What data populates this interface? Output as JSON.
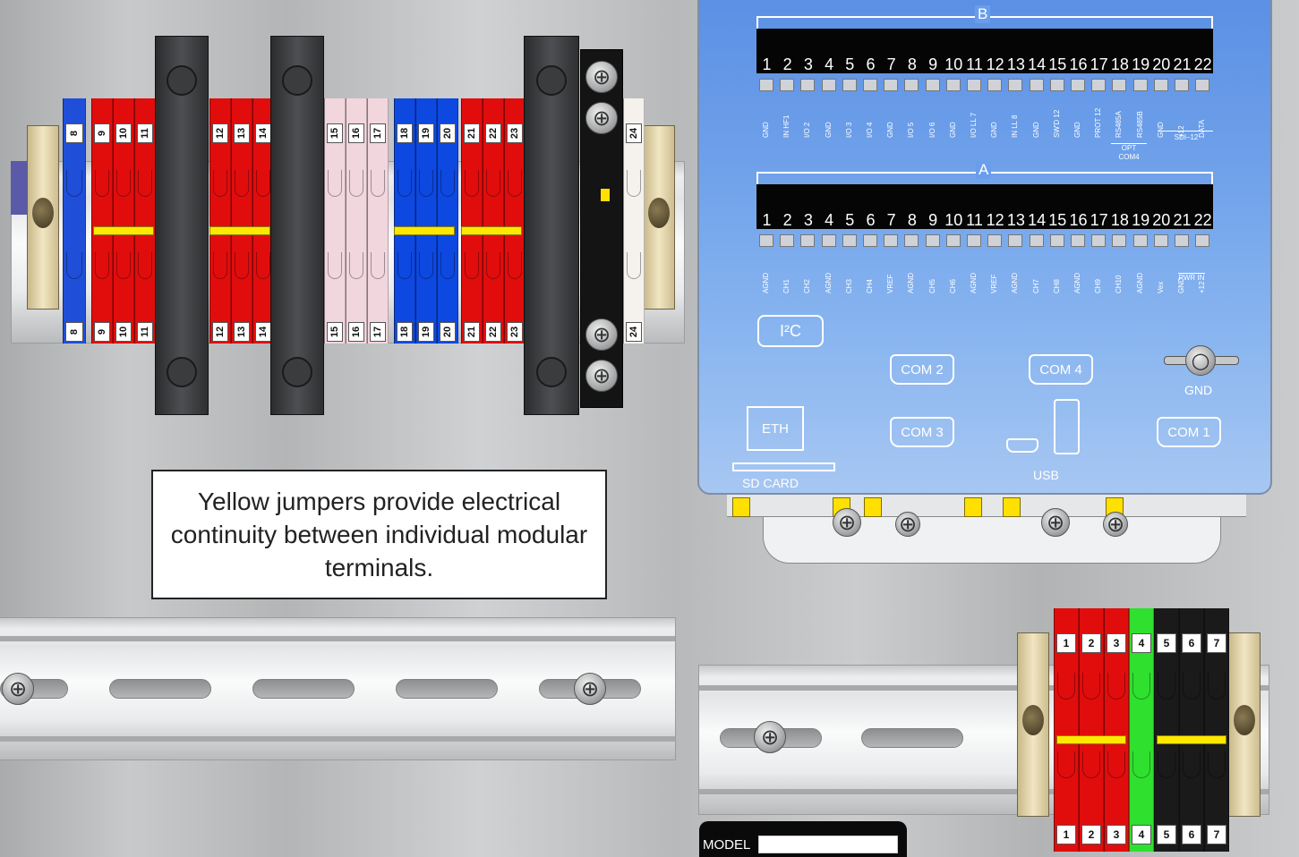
{
  "callout": {
    "text": "Yellow jumpers provide electrical continuity between individual modular terminals."
  },
  "upper_block": {
    "terminals": [
      {
        "n": "8",
        "color": "#1f4fd9"
      },
      {
        "n": "9",
        "color": "#e10d0d"
      },
      {
        "n": "10",
        "color": "#e10d0d"
      },
      {
        "n": "11",
        "color": "#e10d0d"
      },
      {
        "n": "12",
        "color": "#e10d0d"
      },
      {
        "n": "13",
        "color": "#e10d0d"
      },
      {
        "n": "14",
        "color": "#e10d0d"
      },
      {
        "n": "15",
        "color": "#f2d6de"
      },
      {
        "n": "16",
        "color": "#f2d6de"
      },
      {
        "n": "17",
        "color": "#f2d6de"
      },
      {
        "n": "18",
        "color": "#0d49e0"
      },
      {
        "n": "19",
        "color": "#0d49e0"
      },
      {
        "n": "20",
        "color": "#0d49e0"
      },
      {
        "n": "21",
        "color": "#e10d0d"
      },
      {
        "n": "22",
        "color": "#e10d0d"
      },
      {
        "n": "23",
        "color": "#e10d0d"
      },
      {
        "n": "24",
        "color": "#f5f2ee"
      }
    ]
  },
  "lower_block": {
    "terminals": [
      {
        "n": "1",
        "color": "#e10d0d"
      },
      {
        "n": "2",
        "color": "#e10d0d"
      },
      {
        "n": "3",
        "color": "#e10d0d"
      },
      {
        "n": "4",
        "color": "#2fe02f"
      },
      {
        "n": "5",
        "color": "#1a1a1a"
      },
      {
        "n": "6",
        "color": "#1a1a1a"
      },
      {
        "n": "7",
        "color": "#1a1a1a"
      }
    ]
  },
  "datalogger": {
    "block_b": {
      "title": "B",
      "numbers": [
        "1",
        "2",
        "3",
        "4",
        "5",
        "6",
        "7",
        "8",
        "9",
        "10",
        "11",
        "12",
        "13",
        "14",
        "15",
        "16",
        "17",
        "18",
        "19",
        "20",
        "21",
        "22"
      ],
      "labels": [
        "GND",
        "IN HF1",
        "I/O 2",
        "GND",
        "I/O 3",
        "I/O 4",
        "GND",
        "I/O 5",
        "I/O 6",
        "GND",
        "I/O LL 7",
        "GND",
        "IN LL 8",
        "GND",
        "SW'D 12",
        "GND",
        "PROT 12",
        "RS485A",
        "RS485B",
        "GND",
        "+12",
        "DATA"
      ],
      "opt_com4": "OPT COM4",
      "sdi12": "SDI–12"
    },
    "block_a": {
      "title": "A",
      "numbers": [
        "1",
        "2",
        "3",
        "4",
        "5",
        "6",
        "7",
        "8",
        "9",
        "10",
        "11",
        "12",
        "13",
        "14",
        "15",
        "16",
        "17",
        "18",
        "19",
        "20",
        "21",
        "22"
      ],
      "labels": [
        "AGND",
        "CH1",
        "CH2",
        "AGND",
        "CH3",
        "CH4",
        "VREF",
        "AGND",
        "CH5",
        "CH6",
        "AGND",
        "VREF",
        "AGND",
        "CH7",
        "CH8",
        "AGND",
        "CH9",
        "CH10",
        "AGND",
        "Vex",
        "GND",
        "+12"
      ],
      "pwr_in": "PWR IN"
    },
    "i2c": "I²C",
    "com2": "COM  2",
    "com3": "COM  3",
    "com4": "COM  4",
    "com1": "COM  1",
    "eth": "ETH",
    "usb": "USB",
    "sd_card": "SD  CARD",
    "gnd": "GND"
  },
  "model_plate": {
    "label": "MODEL",
    "value": ""
  }
}
